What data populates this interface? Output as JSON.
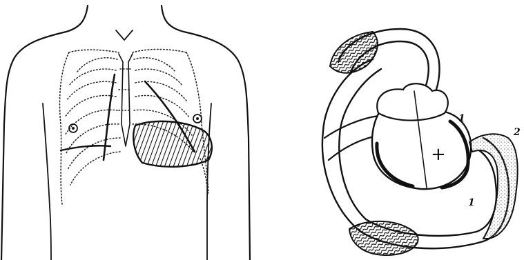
{
  "figure": {
    "left_panel": {},
    "right_panel": {
      "labels": {
        "label_1_top": "1",
        "label_1_bottom": "1",
        "label_2": "2",
        "plus_sign": "+"
      }
    }
  },
  "colors": {
    "ink": "#111111",
    "background": "#ffffff",
    "stipple": "#8a8a8a"
  }
}
